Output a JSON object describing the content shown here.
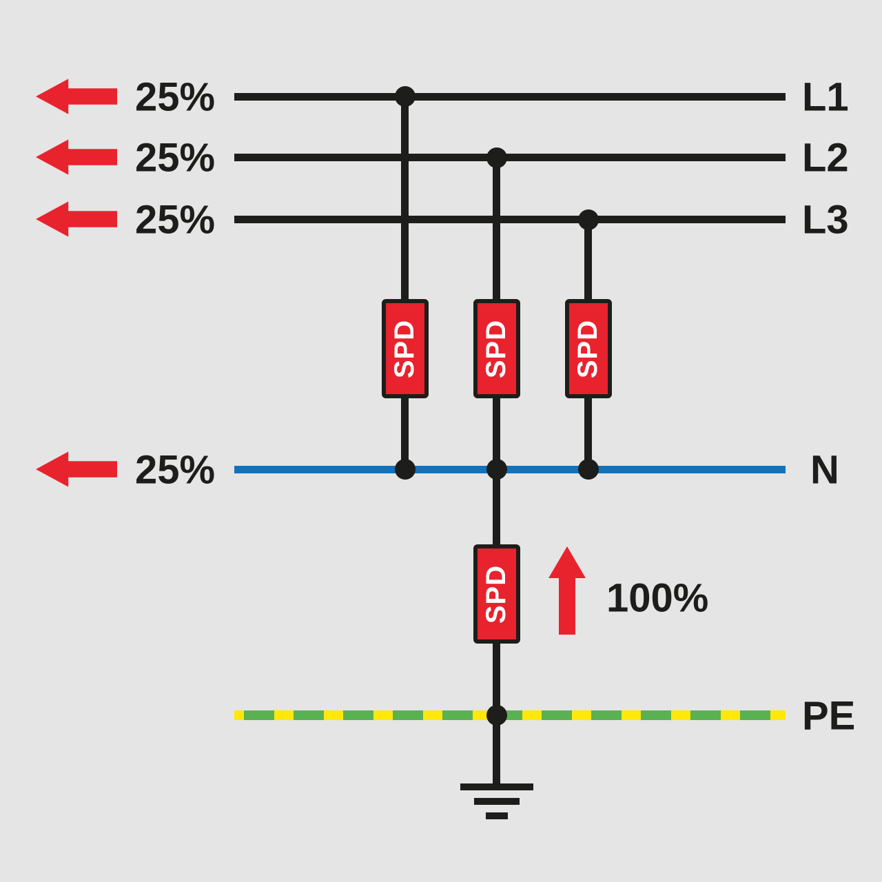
{
  "diagram": {
    "phases": [
      {
        "label": "L1",
        "share": "25%"
      },
      {
        "label": "L2",
        "share": "25%"
      },
      {
        "label": "L3",
        "share": "25%"
      }
    ],
    "neutral": {
      "label": "N",
      "share": "25%"
    },
    "earth": {
      "label": "PE"
    },
    "spd_label": "SPD",
    "total_share": "100%",
    "colors": {
      "background": "#e5e5e5",
      "line_black": "#1d1d1b",
      "neutral_blue": "#1272bc",
      "pe_yellow": "#ffe80a",
      "pe_green": "#5ab152",
      "arrow_red": "#e8232e",
      "spd_fill": "#e8232e",
      "spd_border": "#1d1d1b",
      "spd_text": "#ffffff"
    }
  }
}
